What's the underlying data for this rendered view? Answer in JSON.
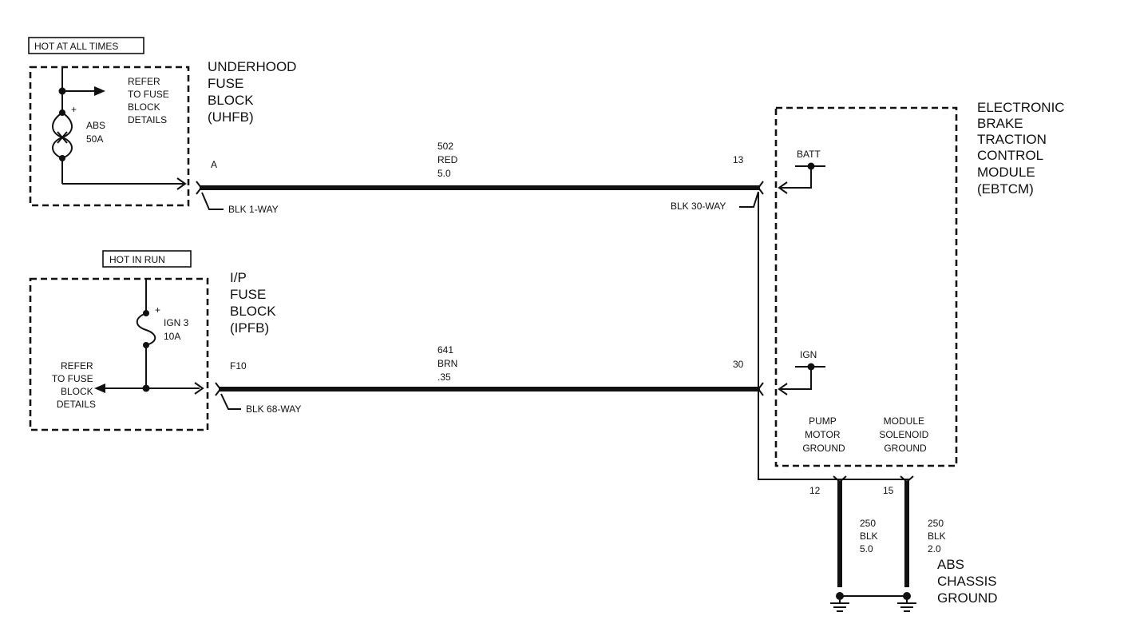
{
  "underhood": {
    "tag": "HOT AT ALL TIMES",
    "title": [
      "UNDERHOOD",
      "FUSE",
      "BLOCK",
      "(UHFB)"
    ],
    "refer": [
      "REFER",
      "TO FUSE",
      "BLOCK",
      "DETAILS"
    ],
    "fuse": [
      "ABS",
      "50A"
    ],
    "terminal": "A",
    "connector": "BLK 1-WAY"
  },
  "ip": {
    "tag": "HOT IN RUN",
    "title": [
      "I/P",
      "FUSE",
      "BLOCK",
      "(IPFB)"
    ],
    "refer": [
      "REFER",
      "TO FUSE",
      "BLOCK",
      "DETAILS"
    ],
    "fuse": [
      "IGN 3",
      "10A"
    ],
    "terminal": "F10",
    "connector": "BLK 68-WAY"
  },
  "wire1": {
    "circuit": "502",
    "color": "RED",
    "gauge": "5.0"
  },
  "wire2": {
    "circuit": "641",
    "color": "BRN",
    "gauge": ".35"
  },
  "ebtcm": {
    "title": [
      "ELECTRONIC",
      "BRAKE",
      "TRACTION",
      "CONTROL",
      "MODULE",
      "(EBTCM)"
    ],
    "pin_batt": "13",
    "pin_ign": "30",
    "connector": "BLK 30-WAY",
    "batt_label": "BATT",
    "ign_label": "IGN",
    "pump_ground": [
      "PUMP",
      "MOTOR",
      "GROUND"
    ],
    "solenoid_ground": [
      "MODULE",
      "SOLENOID",
      "GROUND"
    ],
    "pin_pump": "12",
    "pin_solenoid": "15"
  },
  "ground_wire1": {
    "circuit": "250",
    "color": "BLK",
    "gauge": "5.0"
  },
  "ground_wire2": {
    "circuit": "250",
    "color": "BLK",
    "gauge": "2.0"
  },
  "chassis_ground": [
    "ABS",
    "CHASSIS",
    "GROUND"
  ]
}
